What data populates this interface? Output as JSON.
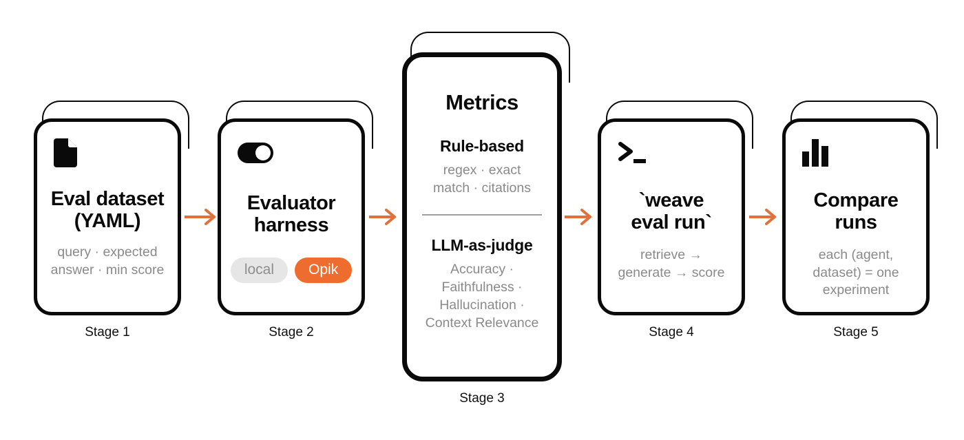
{
  "colors": {
    "accent_orange": "#ee6c2d",
    "arrow_orange": "#e2703a",
    "ink": "#0a0a0a",
    "muted_gray": "#8a8a8a",
    "pill_gray_bg": "#e6e6e6",
    "background": "#ffffff"
  },
  "diagram": {
    "type": "pipeline",
    "stage_count": 5,
    "stages": [
      {
        "id": "stage-1",
        "label": "Stage 1",
        "icon": "document-icon",
        "title": "Eval dataset\n(YAML)",
        "title_line1": "Eval dataset",
        "title_line2": "(YAML)",
        "subtitle": "query · expected answer · min score",
        "subtitle_line1": "query · expected",
        "subtitle_line2": "answer · min score"
      },
      {
        "id": "stage-2",
        "label": "Stage 2",
        "icon": "toggle-switch-icon",
        "title": "Evaluator harness",
        "title_line1": "Evaluator",
        "title_line2": "harness",
        "pills": [
          {
            "label": "local",
            "style": "gray"
          },
          {
            "label": "Opik",
            "style": "orange"
          }
        ]
      },
      {
        "id": "stage-3",
        "label": "Stage 3",
        "heading": "Metrics",
        "groups": [
          {
            "title": "Rule-based",
            "items": "regex · exact match · citations",
            "items_line1": "regex · exact",
            "items_line2": "match · citations"
          },
          {
            "title": "LLM-as-judge",
            "items": "Accuracy · Faithfulness · Hallucination · Context Relevance",
            "items_line1": "Accuracy ·",
            "items_line2": "Faithfulness ·",
            "items_line3": "Hallucination ·",
            "items_line4": "Context Relevance"
          }
        ]
      },
      {
        "id": "stage-4",
        "label": "Stage 4",
        "icon": "terminal-prompt-icon",
        "title": "`weave eval run`",
        "title_line1": "`weave",
        "title_line2": "eval run`",
        "subtitle": "retrieve → generate → score",
        "subtitle_line1": "retrieve →",
        "subtitle_line2": "generate → score"
      },
      {
        "id": "stage-5",
        "label": "Stage 5",
        "icon": "bar-chart-icon",
        "title": "Compare runs",
        "title_line1": "Compare",
        "title_line2": "runs",
        "subtitle": "each (agent, dataset) = one experiment",
        "subtitle_line1": "each (agent,",
        "subtitle_line2": "dataset) = one",
        "subtitle_line3": "experiment"
      }
    ],
    "connectors": [
      {
        "from": "stage-1",
        "to": "stage-2",
        "glyph": "arrow-right-icon"
      },
      {
        "from": "stage-2",
        "to": "stage-3",
        "glyph": "arrow-right-icon"
      },
      {
        "from": "stage-3",
        "to": "stage-4",
        "glyph": "arrow-right-icon"
      },
      {
        "from": "stage-4",
        "to": "stage-5",
        "glyph": "arrow-right-icon"
      }
    ]
  }
}
